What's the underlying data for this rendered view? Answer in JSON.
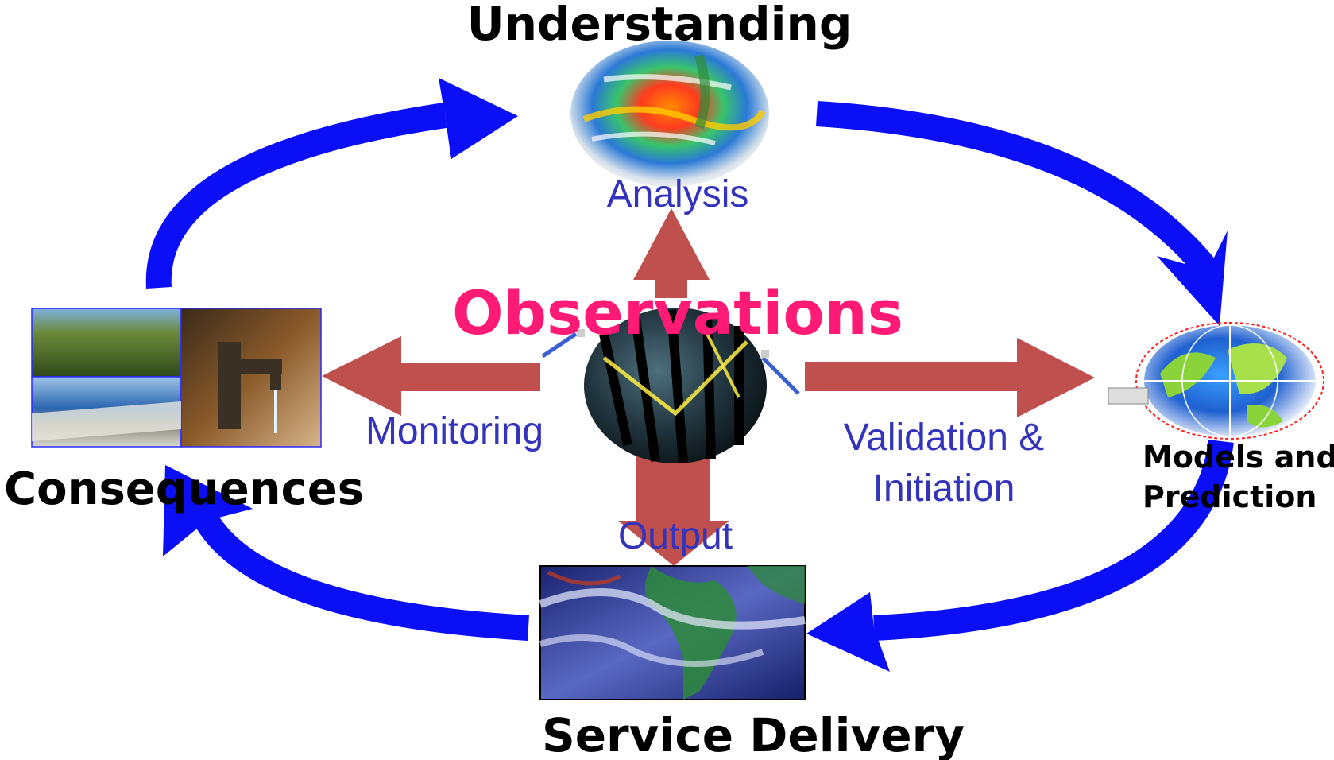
{
  "colors": {
    "cycle_arrow": "#0a0ff5",
    "center_arrow": "#c0504d",
    "observations_text": "#ff1a75",
    "process_text": "#3333bb",
    "node_text": "#000000"
  },
  "nodes": {
    "understanding": "Understanding",
    "consequences": "Consequences",
    "models_line1": "Models and",
    "models_line2": "Prediction",
    "service_delivery": "Service Delivery"
  },
  "center": {
    "title": "Observations"
  },
  "processes": {
    "analysis": "Analysis",
    "monitoring": "Monitoring",
    "validation_line1": "Validation &",
    "validation_line2": "Initiation",
    "output": "Output"
  },
  "images": {
    "understanding": "global-ocean-temperature-globe",
    "consequences": "crops-reservoir-water-tap-collage",
    "models": "gridded-model-globe",
    "service_delivery": "weather-map-americas",
    "observations": "satellite-swath-globe"
  }
}
